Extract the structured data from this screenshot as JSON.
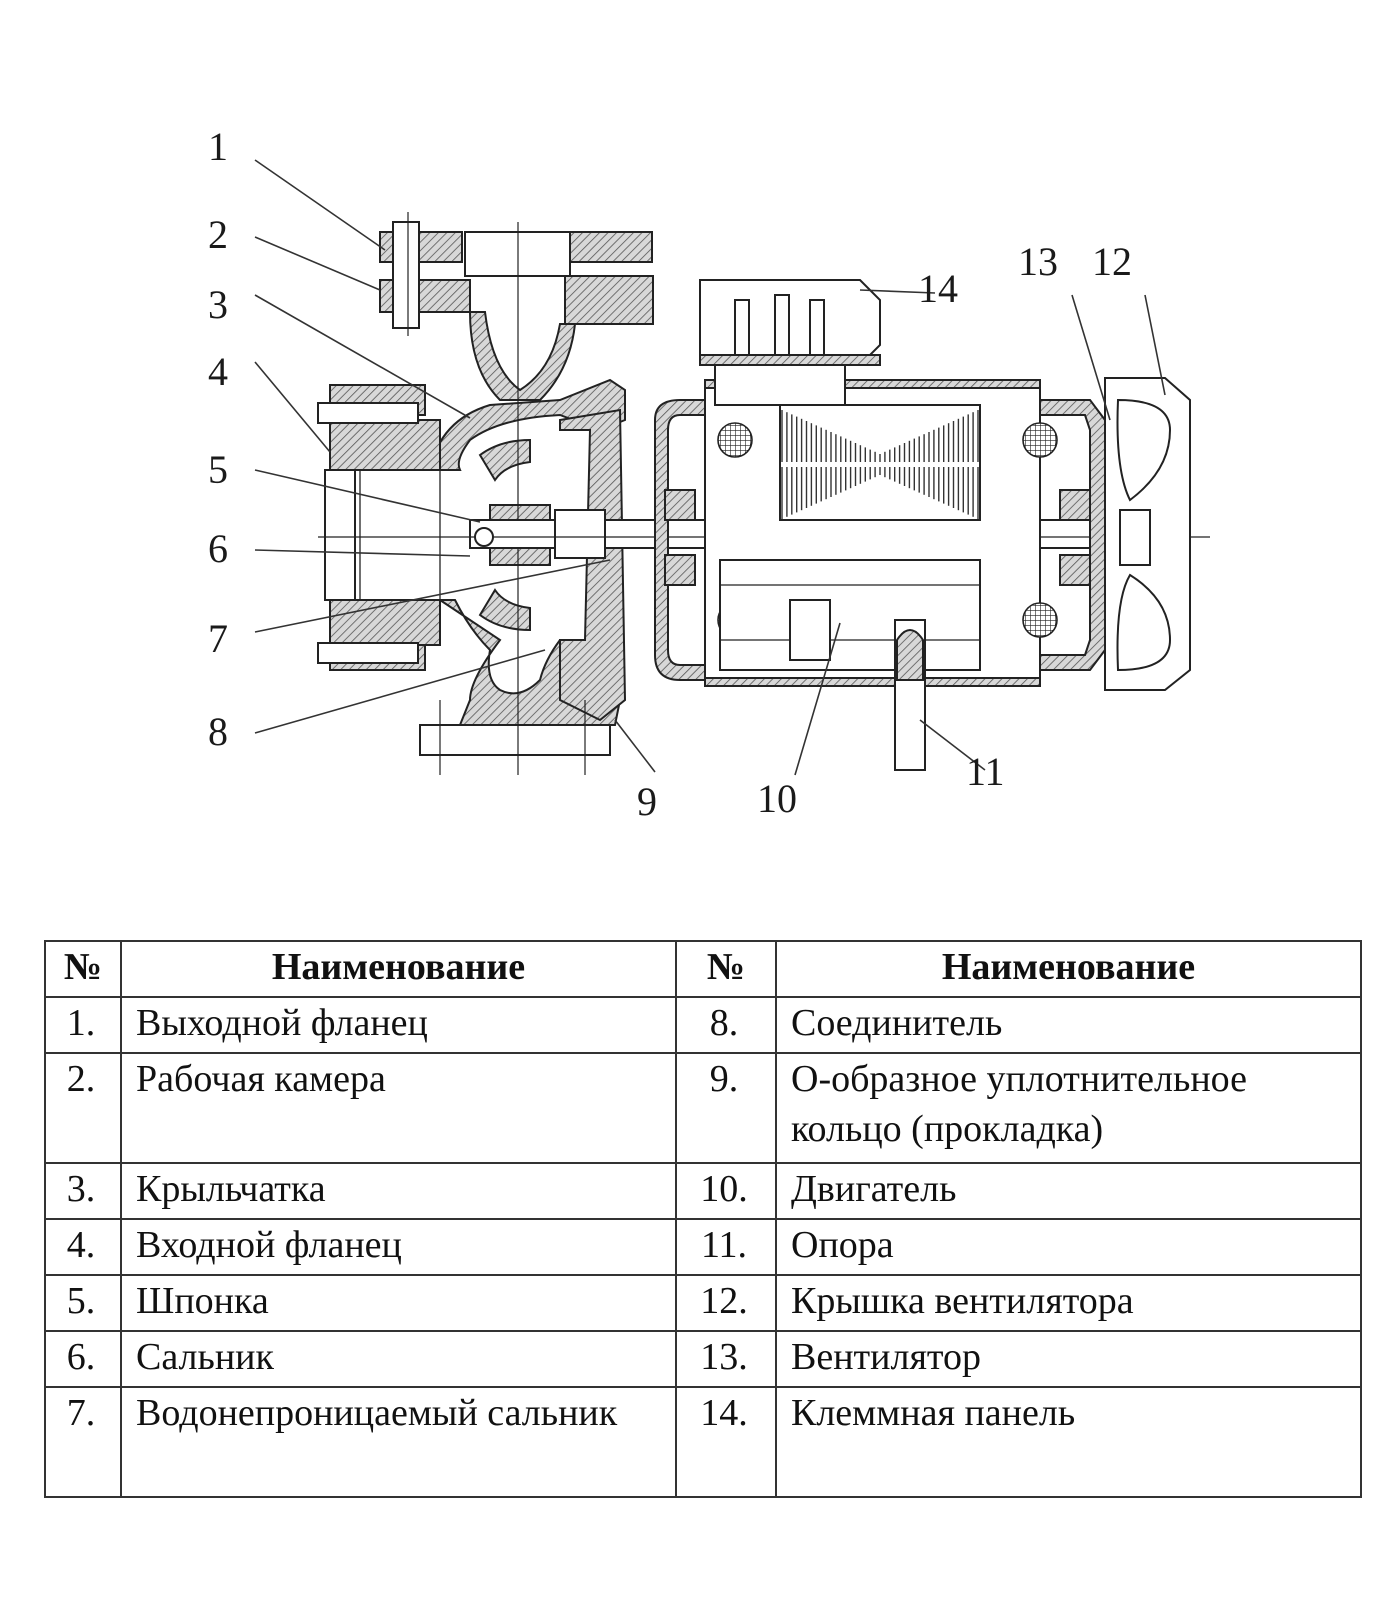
{
  "diagram": {
    "subject": "centrifugal-pump-sectional-view",
    "callouts": [
      "1",
      "2",
      "3",
      "4",
      "5",
      "6",
      "7",
      "8",
      "9",
      "10",
      "11",
      "12",
      "13",
      "14"
    ]
  },
  "table": {
    "headers": {
      "num_left": "№",
      "name_left": "Наименование",
      "num_right": "№",
      "name_right": "Наименование"
    },
    "rows": [
      {
        "left_num": "1.",
        "left_name": "Выходной фланец",
        "right_num": "8.",
        "right_name": "Соединитель"
      },
      {
        "left_num": "2.",
        "left_name": "Рабочая камера",
        "right_num": "9.",
        "right_name": "О-образное уплотнительное кольцо (прокладка)"
      },
      {
        "left_num": "3.",
        "left_name": "Крыльчатка",
        "right_num": "10.",
        "right_name": "Двигатель"
      },
      {
        "left_num": "4.",
        "left_name": "Входной фланец",
        "right_num": "11.",
        "right_name": "Опора"
      },
      {
        "left_num": "5.",
        "left_name": "Шпонка",
        "right_num": "12.",
        "right_name": "Крышка вентилятора"
      },
      {
        "left_num": "6.",
        "left_name": "Сальник",
        "right_num": "13.",
        "right_name": "Вентилятор"
      },
      {
        "left_num": "7.",
        "left_name": "Водонепроницаемый сальник",
        "right_num": "14.",
        "right_name": "Клеммная панель"
      }
    ]
  }
}
